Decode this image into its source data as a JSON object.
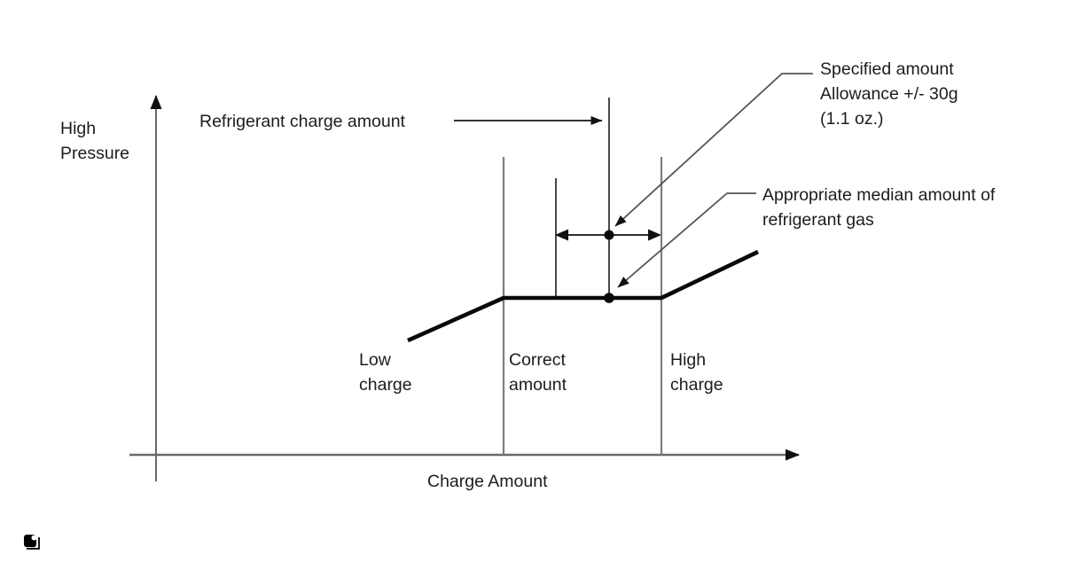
{
  "page": {
    "background": "#ffffff"
  },
  "diagram": {
    "type": "conceptual-line-graph",
    "y_axis": {
      "label_lines": [
        "High",
        "Pressure"
      ]
    },
    "x_axis": {
      "label": "Charge Amount"
    },
    "zones": [
      {
        "line1": "Low",
        "line2": "charge"
      },
      {
        "line1": "Correct",
        "line2": "amount"
      },
      {
        "line1": "High",
        "line2": "charge"
      }
    ],
    "callouts": {
      "refrigerant_charge": "Refrigerant charge amount",
      "specified_amount_lines": [
        "Specified amount",
        "Allowance +/- 30g",
        "(1.1 oz.)"
      ],
      "median_amount_lines": [
        "Appropriate median amount of",
        "refrigerant gas"
      ]
    },
    "curve_shape": [
      {
        "zone": "Low charge",
        "pressure_trend": "rising"
      },
      {
        "zone": "Correct amount",
        "pressure_trend": "flat"
      },
      {
        "zone": "High charge",
        "pressure_trend": "rising"
      }
    ],
    "colors": {
      "axis": "#6a6a6a",
      "boundary_line": "#7d7d7d",
      "marker_line": "#1a1a1a",
      "curve": "#0a0a0a",
      "leader_line": "#555555",
      "arrowhead": "#111111",
      "text": "#1c1c1c",
      "background": "#ffffff"
    }
  }
}
